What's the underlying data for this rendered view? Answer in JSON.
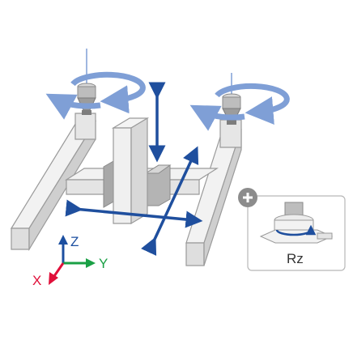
{
  "axes": {
    "x_label": "X",
    "y_label": "Y",
    "z_label": "Z"
  },
  "inset": {
    "label": "Rz",
    "badge_symbol": "+"
  },
  "colors": {
    "x_axis": "#e0103a",
    "y_axis": "#1aa045",
    "z_axis": "#1c4fa0",
    "motion_arrow": "#1f4f9e",
    "rotation_arrow": "#7f9fd6",
    "frame_face": "#f2f2f2",
    "frame_edge": "#9a9a9a",
    "frame_shadow": "#cfcfcf",
    "inset_border": "#b8b8b8",
    "badge": "#8c8c8c"
  }
}
